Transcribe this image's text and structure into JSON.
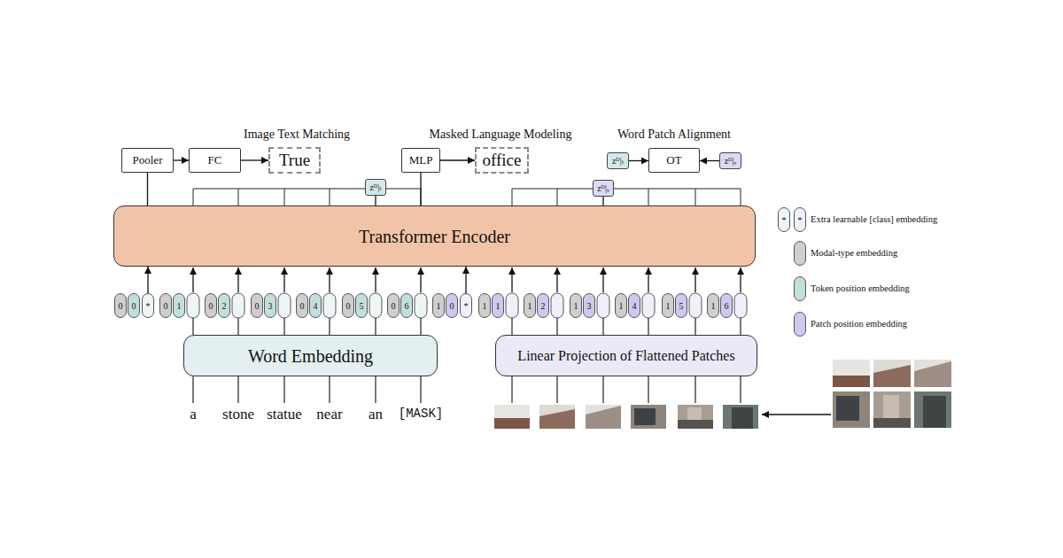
{
  "diagram": {
    "nodes": [
      {
        "text": [
          "Pooler"
        ]
      },
      {
        "text": [
          "FC"
        ]
      },
      {
        "text": [
          "True"
        ]
      },
      {
        "text": [
          "MLP"
        ]
      },
      {
        "text": [
          "office"
        ]
      },
      {
        "text": [
          "zᴰ|ₜ"
        ]
      },
      {
        "text": [
          "OT"
        ]
      },
      {
        "text": [
          "zᴰ|ᵥ"
        ]
      },
      {
        "text": [
          "zᴰ|ₜ"
        ]
      },
      {
        "text": [
          "zᴰ|ᵥ"
        ]
      },
      {
        "text": [
          "Transformer Encoder"
        ]
      },
      {
        "text": [
          "0"
        ]
      },
      {
        "text": [
          "0"
        ]
      },
      {
        "text": [
          "*"
        ]
      },
      {
        "text": [
          "0"
        ]
      },
      {
        "text": [
          "1"
        ]
      },
      {
        "text": [
          "0"
        ]
      },
      {
        "text": [
          "2"
        ]
      },
      {
        "text": [
          "0"
        ]
      },
      {
        "text": [
          "3"
        ]
      },
      {
        "text": [
          "0"
        ]
      },
      {
        "text": [
          "4"
        ]
      },
      {
        "text": [
          "0"
        ]
      },
      {
        "text": [
          "5"
        ]
      },
      {
        "text": [
          "0"
        ]
      },
      {
        "text": [
          "6"
        ]
      },
      {
        "text": [
          "1"
        ]
      },
      {
        "text": [
          "0"
        ]
      },
      {
        "text": [
          "*"
        ]
      },
      {
        "text": [
          "1"
        ]
      },
      {
        "text": [
          "1"
        ]
      },
      {
        "text": [
          "1"
        ]
      },
      {
        "text": [
          "2"
        ]
      },
      {
        "text": [
          "1"
        ]
      },
      {
        "text": [
          "3"
        ]
      },
      {
        "text": [
          "1"
        ]
      },
      {
        "text": [
          "4"
        ]
      },
      {
        "text": [
          "1"
        ]
      },
      {
        "text": [
          "5"
        ]
      },
      {
        "text": [
          "1"
        ]
      },
      {
        "text": [
          "6"
        ]
      },
      {
        "text": [
          "Word Embedding"
        ]
      },
      {
        "text": [
          "Linear Projection of Flattened Patches"
        ]
      }
    ],
    "edges": [
      {
        "from": 0,
        "to": 1,
        "arrow": "to"
      },
      {
        "from": 1,
        "to": 2,
        "arrow": "to"
      },
      {
        "from": 3,
        "to": 4,
        "arrow": "to"
      },
      {
        "from": 5,
        "to": 6,
        "arrow": "to"
      },
      {
        "from": 7,
        "to": 6,
        "arrow": "to"
      },
      {
        "from": 10,
        "to": 0,
        "arrow": "none"
      },
      {
        "from": 10,
        "to": 3,
        "arrow": "none"
      },
      {
        "from": 10,
        "to": 8,
        "arrow": "none"
      },
      {
        "from": 10,
        "to": 9,
        "arrow": "none"
      },
      {
        "from": 13,
        "to": 10,
        "arrow": "to"
      },
      {
        "from": 28,
        "to": 10,
        "arrow": "to"
      }
    ],
    "labels": [
      "Image Text Matching",
      "Masked Language Modeling",
      "Word Patch Alignment",
      "a",
      "stone",
      "statue",
      "near",
      "an",
      "[MASK]",
      "*",
      "*"
    ],
    "legend": [
      {
        "text": "Extra learnable [class] embedding"
      },
      {
        "text": "Modal-type embedding",
        "color": "#cfcfcf"
      },
      {
        "text": "Token position embedding",
        "color": "#c3dfdd"
      },
      {
        "text": "Patch position embedding",
        "color": "#cdc9ef"
      }
    ]
  }
}
